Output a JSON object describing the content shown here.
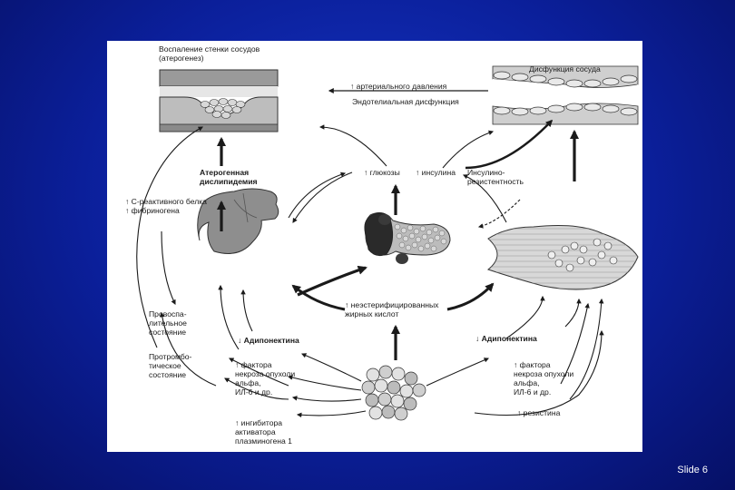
{
  "slide": {
    "number_label": "Slide 6"
  },
  "colors": {
    "background": "#0b1f9a",
    "panel": "#ffffff",
    "ink": "#1a1a1a",
    "organ": "#888888"
  },
  "labels": {
    "vessel_inflammation": "Воспаление стенки сосудов\n(атерогенез)",
    "vessel_dysfunction": "Дисфункция сосуда",
    "arterial_pressure": "↑ артериального давления",
    "endothelial_dysfunction": "Эндотелиальная дисфункция",
    "atherogenic_dyslipidemia": "Атерогенная\nдислипидемия",
    "glucose": "↑ глюкозы",
    "insulin": "↑ инсулина",
    "insulin_resistance": "Инсулино-\nрезистентность",
    "crp_fibrinogen": "↑ С-реактивного белка\n↑ фибриногена",
    "nefa": "↑ неэстерифицированных\nжирных кислот",
    "proinflammatory": "Провоспа-\nлительное\nсостояние",
    "prothrombotic": "Протромбо-\nтическое\nсостояние",
    "adiponectin_left": "↓ Адипонектина",
    "adiponectin_right": "↓ Адипонектина",
    "tnf_left": "↑ фактора\nнекроза опухоли\nальфа,\nИЛ-6 и др.",
    "tnf_right": "↑ фактора\nнекроза опухоли\nальфа,\nИЛ-6 и др.",
    "pai1": "↑ ингибитора\nактиватора\nплазминогена 1",
    "resistin": "↑ резистина"
  }
}
